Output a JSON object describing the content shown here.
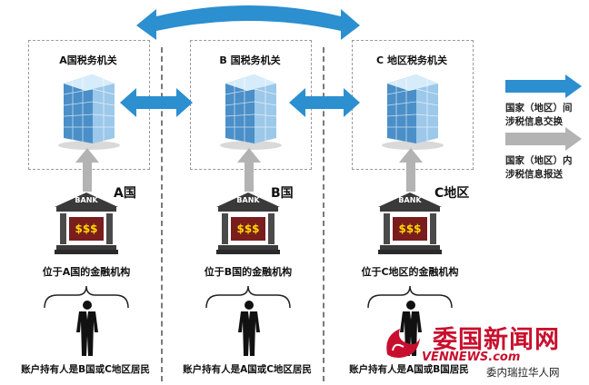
{
  "agencies": [
    {
      "title": "A国税务机关",
      "country": "A国",
      "institution": "位于A国的金融机构",
      "holder": "账户持有人是B国或C地区居民"
    },
    {
      "title": "B 国税务机关",
      "country": "B国",
      "institution": "位于B国的金融机构",
      "holder": "账户持有人是A国或C地区居民"
    },
    {
      "title": "C 地区税务机关",
      "country": "C地区",
      "institution": "位于C地区的金融机构",
      "holder": "账户持有人是A国或B国居民"
    }
  ],
  "bank": {
    "sign": "BANK",
    "money": "$$$"
  },
  "legend": [
    {
      "label": "国家（地区）间涉税信息交换",
      "line1": "国家（地区）间",
      "line2": "涉税信息交换",
      "color": "#2b8fd0"
    },
    {
      "label": "国家（地区）内涉税信息报送",
      "line1": "国家（地区）内",
      "line2": "涉税信息报送",
      "color": "#b3b3b3"
    }
  ],
  "watermark": {
    "cn": "委国新闻网",
    "en": "VENNEWS.com",
    "sub": "委内瑞拉华人网"
  },
  "colors": {
    "exchange": "#2b8fd0",
    "report": "#b3b3b3"
  }
}
